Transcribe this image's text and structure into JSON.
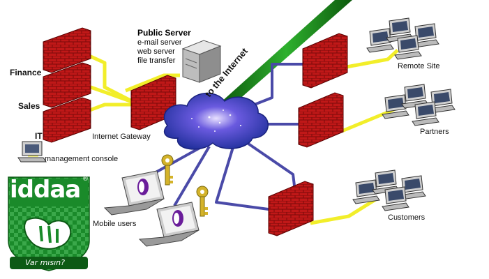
{
  "labels": {
    "finance": "Finance",
    "sales": "Sales",
    "it": "IT",
    "management_console": "management console",
    "internet_gateway": "Internet Gateway",
    "mobile_users": "Mobile users",
    "remote_site": "Remote Site",
    "partners": "Partners",
    "customers": "Customers",
    "to_internet": "to the Internet"
  },
  "public_server": {
    "title": "Public Server",
    "services": [
      "e-mail server",
      "web server",
      "file transfer"
    ]
  },
  "logo": {
    "name": "iddaa",
    "tagline": "Var mısın?",
    "registered": "®"
  },
  "colors": {
    "firewall": "#c01818",
    "yellow_line": "#f2ee2a",
    "blue_line": "#4a4aa8",
    "internet_pipe": "#1f8a1f",
    "cloud": "#2a44b8",
    "logo_green": "#1a8a2a"
  }
}
